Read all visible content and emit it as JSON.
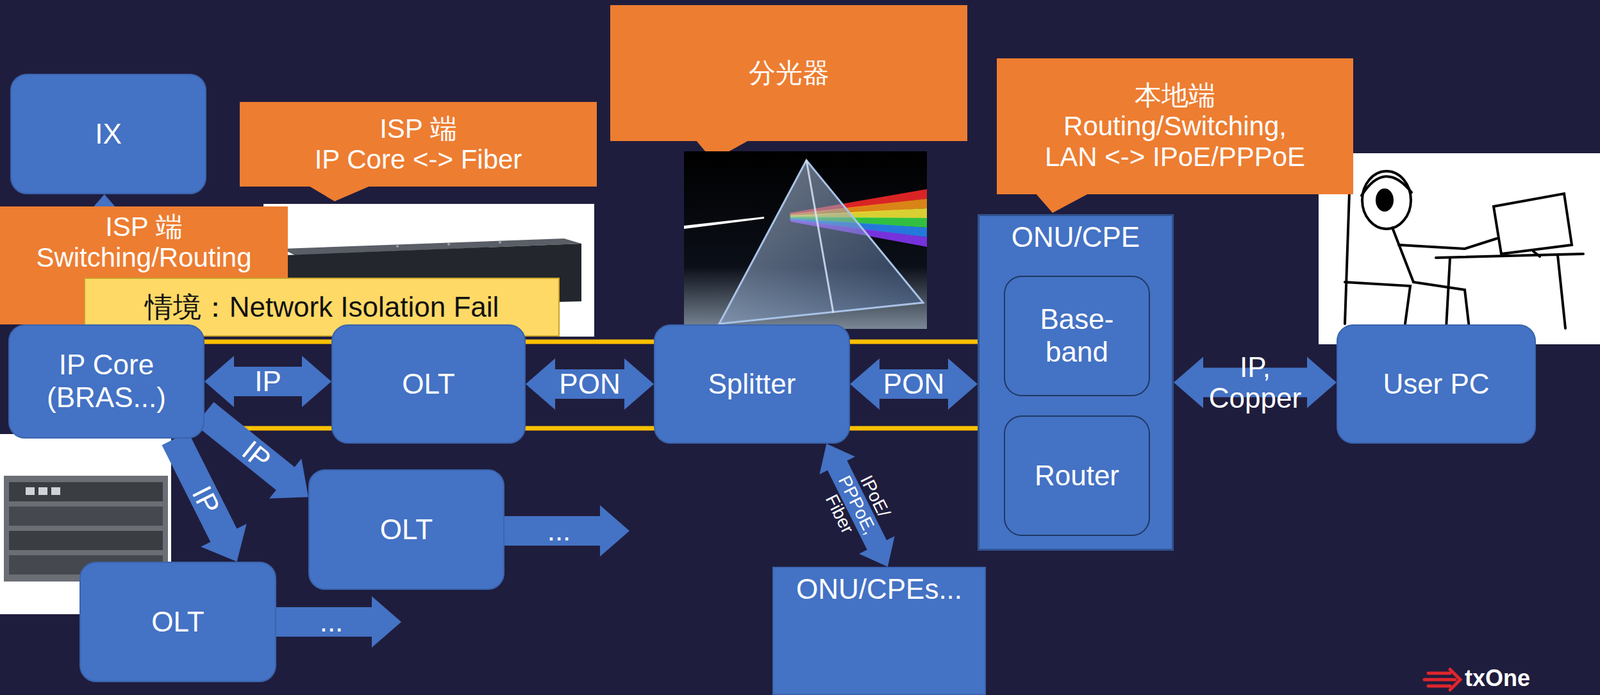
{
  "diagram": {
    "nodes": [
      {
        "text": [
          "IX"
        ]
      },
      {
        "text": [
          "ISP 端",
          "IP Core <-> Fiber"
        ]
      },
      {
        "text": [
          "分光器"
        ]
      },
      {
        "text": [
          "本地端",
          "Routing/Switching, LAN <-> IPoE/PPPoE"
        ]
      },
      {
        "text": [
          "ISP 端",
          "Switching/Routing"
        ]
      },
      {
        "text": [
          "情境：Network Isolation Fail"
        ]
      },
      {
        "text": [
          "IP Core (BRAS...)"
        ]
      },
      {
        "text": [
          "OLT"
        ]
      },
      {
        "text": [
          "Splitter"
        ]
      },
      {
        "text": [
          "ONU/CPE"
        ]
      },
      {
        "text": [
          "Base-band"
        ],
        "in": 9
      },
      {
        "text": [
          "Router"
        ],
        "in": 9
      },
      {
        "text": [
          "User PC"
        ]
      },
      {
        "text": [
          "OLT"
        ]
      },
      {
        "text": [
          "OLT"
        ]
      },
      {
        "text": [
          "ONU/CPEs..."
        ]
      }
    ],
    "edges": [
      {
        "from": 6,
        "to": 0,
        "arrow": "to"
      },
      {
        "from": 6,
        "to": 7,
        "label": "IP",
        "arrow": "both"
      },
      {
        "from": 7,
        "to": 8,
        "label": "PON",
        "arrow": "both"
      },
      {
        "from": 8,
        "to": 9,
        "label": "PON",
        "arrow": "both"
      },
      {
        "from": 9,
        "to": 12,
        "label": "IP, Copper",
        "arrow": "both"
      },
      {
        "from": 6,
        "to": 13,
        "label": "IP",
        "arrow": "to"
      },
      {
        "from": 6,
        "to": 14,
        "label": "IP",
        "arrow": "to"
      },
      {
        "from": 8,
        "to": 15,
        "label": "IPoE/ PPPoE, Fiber",
        "arrow": "both"
      }
    ],
    "labels": [
      "...",
      "...",
      "txOne"
    ]
  }
}
